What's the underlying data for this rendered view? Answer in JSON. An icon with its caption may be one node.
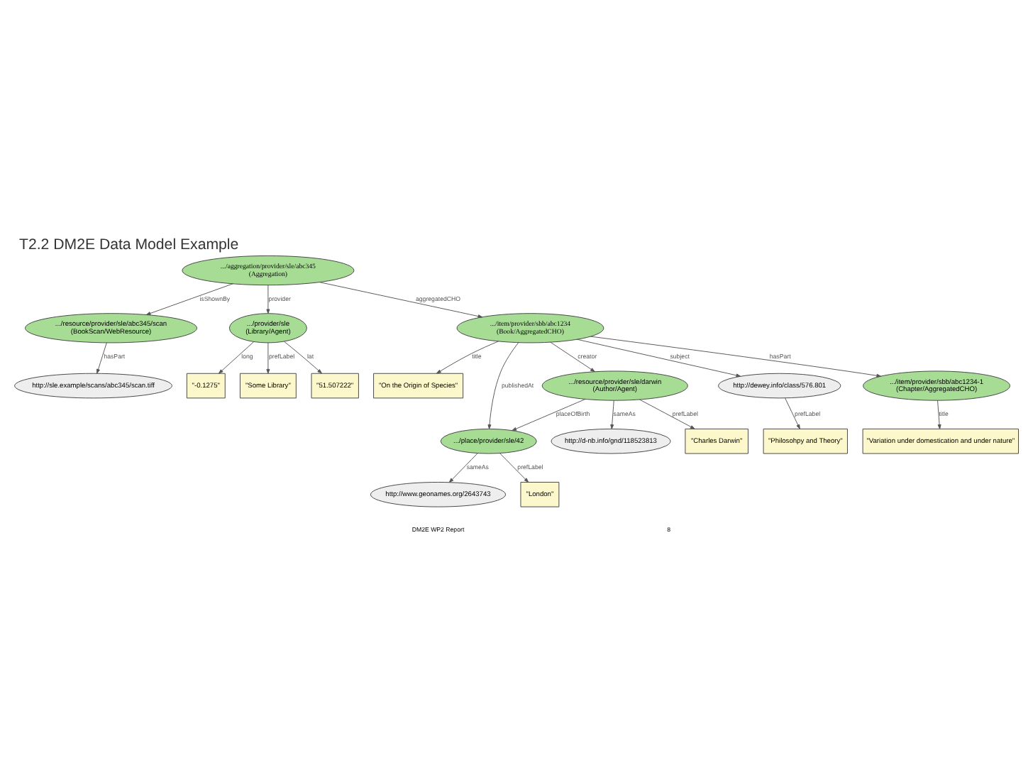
{
  "diagram": {
    "title": "T2.2 DM2E Data Model Example",
    "nodes": [
      {
        "text": [
          ".../resource/provider/sle/abc345/scan (BookScan/WebResource)"
        ]
      },
      {
        "text": [
          ".../provider/sle (Library/Agent)"
        ]
      },
      {
        "text": [
          "\"-0.1275\""
        ]
      },
      {
        "text": [
          "http://sle.example/scans/abc345/scan.tiff"
        ]
      },
      {
        "text": [
          ".../aggregation/provider/sle/abc345 (Aggregation)"
        ]
      },
      {
        "text": [
          "\"Some Library\""
        ]
      },
      {
        "text": [
          "\"51.507222\""
        ]
      },
      {
        "text": [
          "\"On the Origin of Species\""
        ]
      },
      {
        "text": [
          "http://www.geonames.org/2643743"
        ]
      },
      {
        "text": [
          "\"Philosohpy and Theory\""
        ]
      },
      {
        "text": [
          ".../item/provider/sbb/abc1234 (Book/AggregatedCHO)"
        ]
      },
      {
        "text": [
          ".../place/provider/sle/42"
        ]
      },
      {
        "text": [
          "http://dewey.info/class/576.801"
        ]
      },
      {
        "text": [
          ".../item/provider/sbb/abc1234-1 (Chapter/AggregatedCHO)"
        ]
      },
      {
        "text": [
          ".../resource/provider/sle/darwin (Author/Agent)"
        ]
      },
      {
        "text": [
          "\"London\""
        ]
      },
      {
        "text": [
          "http://d-nb.info/gnd/118523813"
        ]
      },
      {
        "text": [
          "\"Charles Darwin\""
        ]
      },
      {
        "text": [
          "\"Variation under domestication and under nature\""
        ]
      }
    ],
    "edges": [
      {
        "from": 4,
        "to": 0,
        "arrow": "to",
        "label": "isShownBy"
      },
      {
        "from": 0,
        "to": 3,
        "arrow": "to",
        "label": "hasPart"
      },
      {
        "from": 4,
        "to": 1,
        "arrow": "to",
        "label": "provider"
      },
      {
        "from": 1,
        "to": 2,
        "arrow": "to",
        "label": "long"
      },
      {
        "from": 1,
        "to": 5,
        "arrow": "to",
        "label": "prefLabel"
      },
      {
        "from": 1,
        "to": 6,
        "arrow": "to",
        "label": "lat"
      },
      {
        "from": 4,
        "to": 10,
        "arrow": "to",
        "label": "aggregatedCHO"
      },
      {
        "from": 10,
        "to": 7,
        "arrow": "to",
        "label": "title"
      },
      {
        "from": 10,
        "to": 12,
        "arrow": "to",
        "label": "subject"
      },
      {
        "from": 12,
        "to": 9,
        "arrow": "to",
        "label": "prefLabel"
      },
      {
        "from": 10,
        "to": 11,
        "arrow": "to",
        "label": "publishedAt"
      },
      {
        "from": 11,
        "to": 8,
        "arrow": "to",
        "label": "sameAs"
      },
      {
        "from": 11,
        "to": 15,
        "arrow": "to",
        "label": "prefLabel"
      },
      {
        "from": 10,
        "to": 13,
        "arrow": "to",
        "label": "hasPart"
      },
      {
        "from": 10,
        "to": 14,
        "arrow": "to",
        "label": "creator"
      },
      {
        "from": 14,
        "to": 11,
        "arrow": "to",
        "label": "placeOfBirth"
      },
      {
        "from": 14,
        "to": 17,
        "arrow": "to",
        "label": "prefLabel"
      },
      {
        "from": 14,
        "to": 16,
        "arrow": "to",
        "label": "sameAs"
      },
      {
        "from": 13,
        "to": 18,
        "arrow": "to",
        "label": "title"
      }
    ],
    "labels": [
      "DM2E WP2 Report",
      "8"
    ]
  }
}
